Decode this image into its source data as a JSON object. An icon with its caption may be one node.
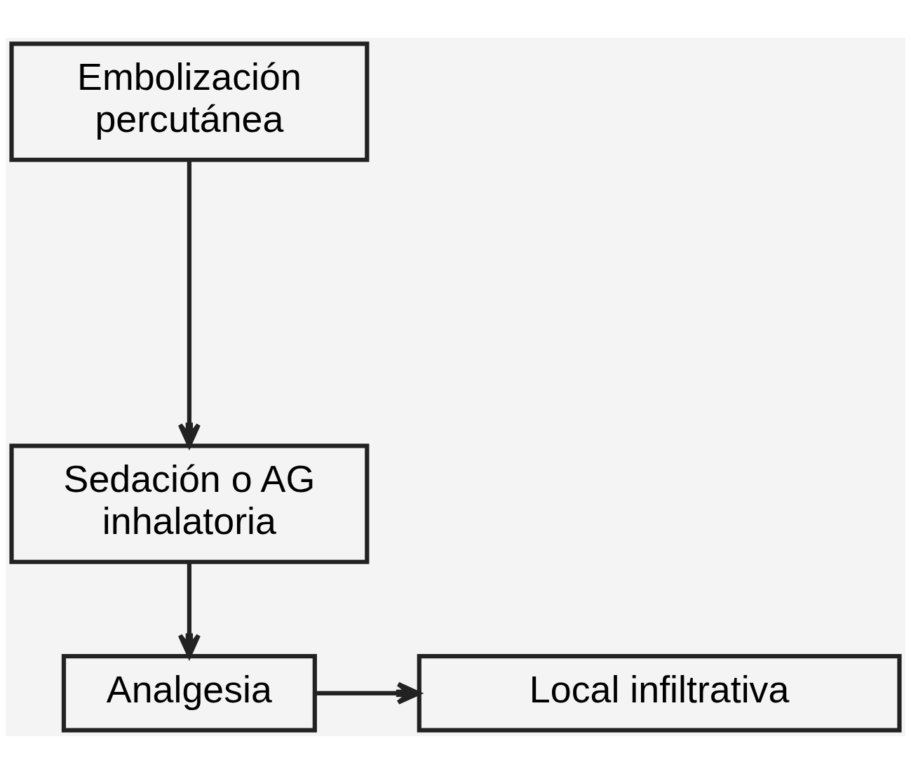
{
  "diagram": {
    "nodes": [
      {
        "text": [
          "Embolización percutánea"
        ]
      },
      {
        "text": [
          "Sedación o AG inhalatoria"
        ]
      },
      {
        "text": [
          "Analgesia"
        ]
      },
      {
        "text": [
          "Local infiltrativa"
        ]
      }
    ],
    "edges": [
      {
        "from": 0,
        "to": 1,
        "arrow": "to"
      },
      {
        "from": 1,
        "to": 2,
        "arrow": "to"
      },
      {
        "from": 2,
        "to": 3,
        "arrow": "to"
      }
    ]
  }
}
